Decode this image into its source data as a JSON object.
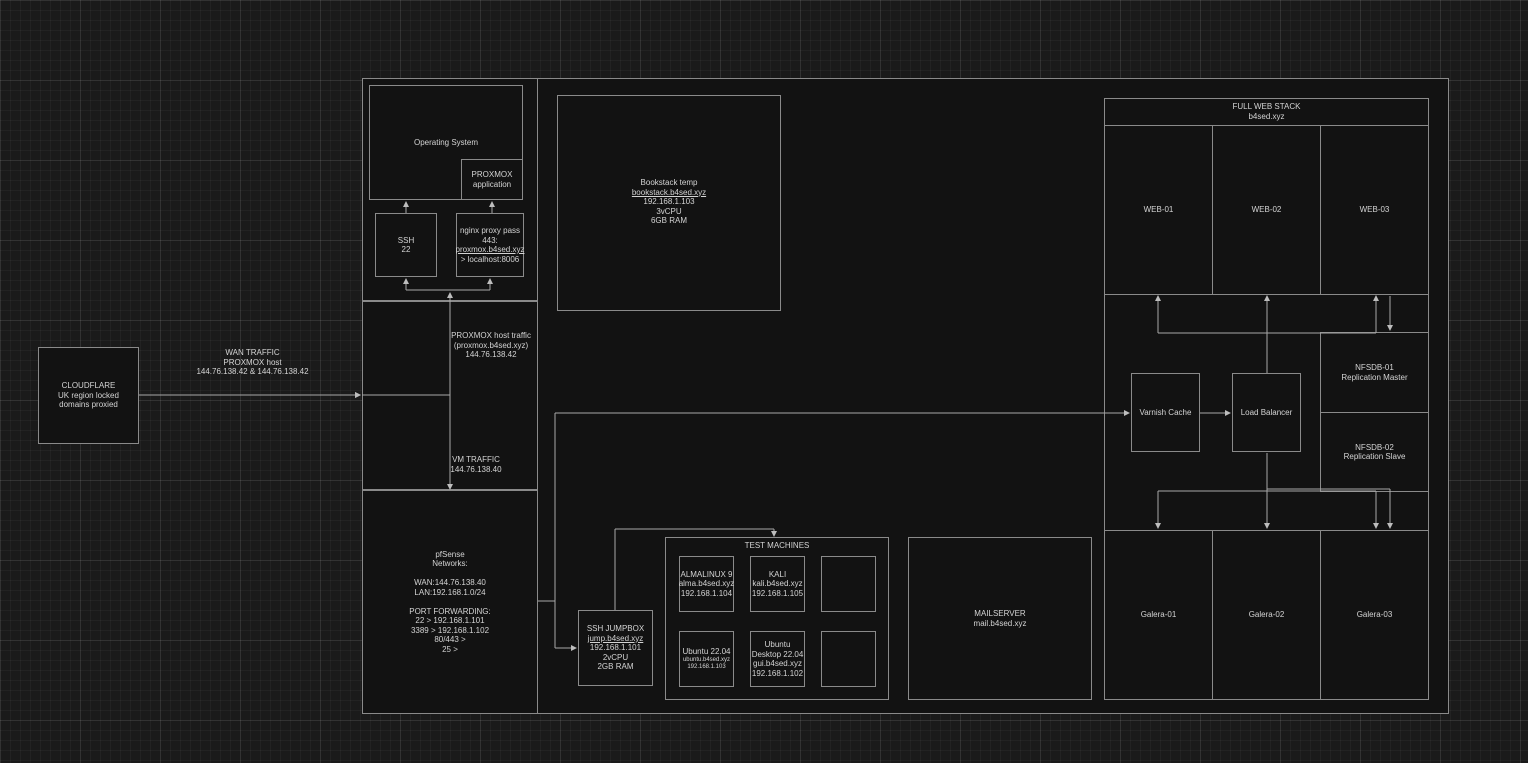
{
  "cloudflare": {
    "lines": [
      "CLOUDFLARE",
      "UK region locked",
      "domains proxied"
    ]
  },
  "wan": {
    "lines": [
      "WAN TRAFFIC",
      "PROXMOX host",
      "144.76.138.42 & 144.76.138.42"
    ]
  },
  "os": {
    "label": "Operating System"
  },
  "proxmox_app": {
    "lines": [
      "PROXMOX",
      "application"
    ]
  },
  "ssh": {
    "lines": [
      "SSH",
      "22"
    ]
  },
  "nginx": {
    "lines": [
      "nginx proxy pass",
      "443:",
      "proxmox.b4sed.xyz",
      "> localhost:8006"
    ]
  },
  "proxmox_traffic": {
    "lines": [
      "PROXMOX host traffic",
      "(proxmox.b4sed.xyz)",
      "144.76.138.42"
    ]
  },
  "vm_traffic": {
    "lines": [
      "VM TRAFFIC",
      "144.76.138.40"
    ]
  },
  "pfsense": {
    "lines": [
      "pfSense",
      "Networks:",
      "",
      "WAN:144.76.138.40",
      "LAN:192.168.1.0/24",
      "",
      "PORT FORWARDING:",
      "22 > 192.168.1.101",
      "3389 > 192.168.1.102",
      "80/443 >",
      "25 >"
    ]
  },
  "bookstack": {
    "lines": [
      "Bookstack temp",
      "bookstack.b4sed.xyz",
      "192.168.1.103",
      "3vCPU",
      "6GB RAM"
    ]
  },
  "jumpbox": {
    "lines": [
      "SSH JUMPBOX",
      "jump.b4sed.xyz",
      "192.168.1.101",
      "2vCPU",
      "2GB RAM"
    ]
  },
  "test_machines": {
    "title": "TEST MACHINES",
    "alma": [
      "ALMALINUX 9",
      "alma.b4sed.xyz",
      "192.168.1.104"
    ],
    "kali": [
      "KALI",
      "kali.b4sed.xyz",
      "192.168.1.105"
    ],
    "ubuntu": [
      "Ubuntu 22.04",
      "ubuntu.b4sed.xyz",
      "192.168.1.103"
    ],
    "ubuntu_desktop": [
      "Ubuntu",
      "Desktop 22.04",
      "gui.b4sed.xyz",
      "192.168.1.102"
    ]
  },
  "mailserver": {
    "lines": [
      "MAILSERVER",
      "mail.b4sed.xyz"
    ]
  },
  "web_stack": {
    "title": "FULL WEB STACK",
    "subtitle": "b4sed.xyz",
    "web": [
      "WEB-01",
      "WEB-02",
      "WEB-03"
    ],
    "varnish": "Varnish Cache",
    "lb": "Load Balancer",
    "nfs1": [
      "NFSDB-01",
      "Replication Master"
    ],
    "nfs2": [
      "NFSDB-02",
      "Replication Slave"
    ],
    "galera": [
      "Galera-01",
      "Galera-02",
      "Galera-03"
    ]
  },
  "colors": {
    "background": "#1a1a1a",
    "box_fill": "#121212",
    "stroke": "#8a8a8a",
    "text": "#d4d4d4"
  }
}
